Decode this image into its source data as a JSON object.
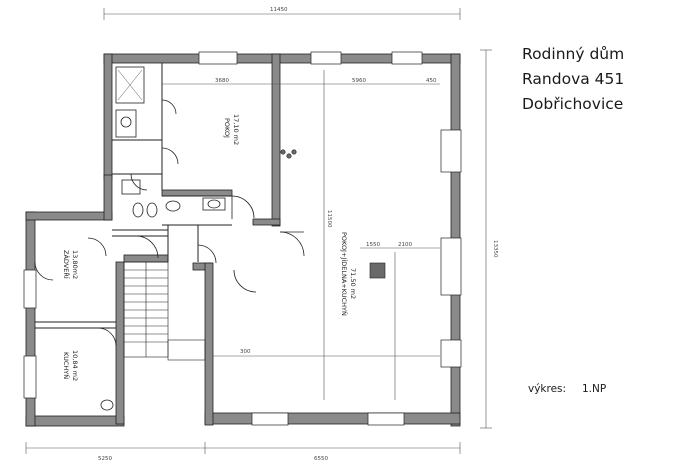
{
  "title_block": {
    "line1": "Rodinný dům",
    "line2": "Randova 451",
    "line3": "Dobřichovice"
  },
  "drawing": {
    "label": "výkres:",
    "value": "1.NP"
  },
  "rooms": {
    "pokoj_name": "POKOJ",
    "pokoj_area": "17,10 m2",
    "zadveri_name": "ZÁDVEŘÍ",
    "zadveri_area": "13,80m2",
    "kuchyn_name": "KUCHYŇ",
    "kuchyn_area": "10,84 m2",
    "living_name": "POKOJ+JÍDELNA+KUCHYŇ",
    "living_area": "71,50 m2"
  },
  "dimensions": {
    "top_overall": "11450",
    "right_overall": "13350",
    "bottom_left": "5250",
    "bottom_right": "6550",
    "pokoj_width": "3680",
    "living_width": "5960",
    "right_offset": "450",
    "interior_depth": "11500",
    "wall_offset": "300",
    "column_a": "1550",
    "column_b": "2100"
  },
  "colors": {
    "wall_fill": "#8a8a8a",
    "line": "#222222",
    "paper": "#ffffff"
  }
}
